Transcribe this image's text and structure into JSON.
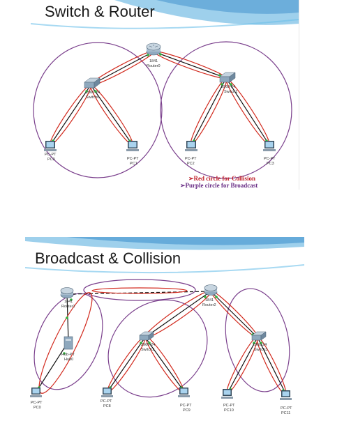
{
  "slides": [
    {
      "title": "Switch & Router",
      "devices": {
        "router": [
          "1841",
          "Router0"
        ],
        "switch0": [
          "2960-24",
          "Switch0"
        ],
        "switch1": [
          "2960-24",
          "Switch1"
        ],
        "pc0": [
          "PC-PT",
          "PC0"
        ],
        "pc1": [
          "PC-PT",
          "PC1"
        ],
        "pc2": [
          "PC-PT",
          "PC2"
        ],
        "pc3": [
          "PC-PT",
          "PC3"
        ]
      },
      "legend": {
        "collision": "Red circle for Collision",
        "broadcast": "Purple circle for Broadcast"
      }
    },
    {
      "title": "Broadcast & Collision",
      "devices": {
        "router1": [
          "1841",
          "Router1"
        ],
        "router2": [
          "1841",
          "Router2"
        ],
        "hub": [
          "Hub-PT",
          "Hub0"
        ],
        "switch2": [
          "2960-24",
          "Switch2"
        ],
        "switch3": [
          "2960-24",
          "Switch3"
        ],
        "pc0": [
          "PC-PT",
          "PC0"
        ],
        "pc8": [
          "PC-PT",
          "PC8"
        ],
        "pc9": [
          "PC-PT",
          "PC9"
        ],
        "pc10": [
          "PC-PT",
          "PC10"
        ],
        "pc11": [
          "PC-PT",
          "PC11"
        ]
      }
    }
  ],
  "colors": {
    "collision": "#d22a1e",
    "broadcast": "#7a3f8c",
    "link": "#111111",
    "header_band": "#4fa9dc",
    "port_led": "#2fb33a"
  }
}
